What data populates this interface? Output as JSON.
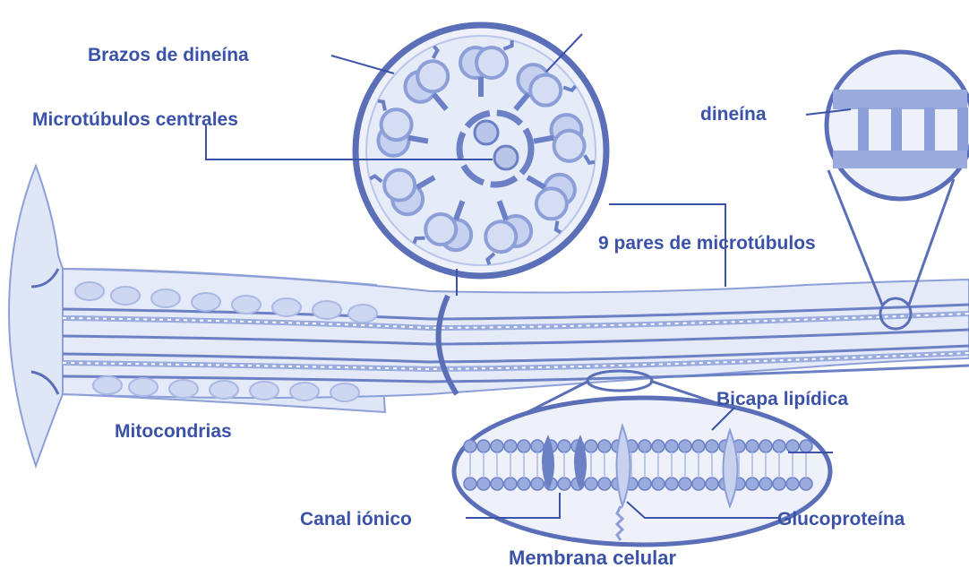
{
  "title": "",
  "colors": {
    "label_text": "#3a52a8",
    "outline": "#5b6fb8",
    "fill_light": "#dfe6f6",
    "fill_mid": "#b9c6ea",
    "fill_dark": "#8c9fd8",
    "background": "#ffffff"
  },
  "labels": {
    "dynein_arms": "Brazos de dineína",
    "central_microtubules": "Microtúbulos centrales",
    "dynein": "dineína",
    "nine_pairs": "9 pares de microtúbulos",
    "mitochondria": "Mitocondrias",
    "lipid_bilayer": "Bicapa lipídica",
    "ion_channel": "Canal iónico",
    "glycoprotein": "Glucoproteína",
    "cell_membrane": "Membrana celular"
  }
}
